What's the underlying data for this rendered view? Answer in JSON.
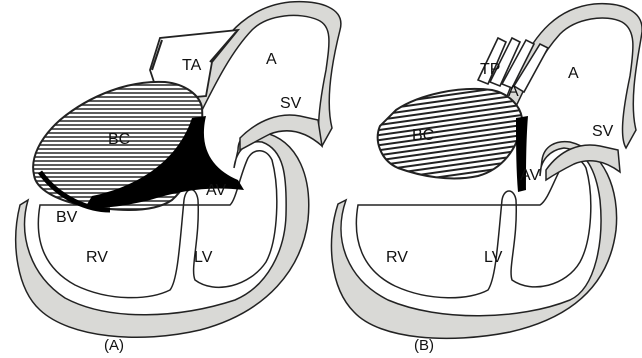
{
  "panel_a": {
    "caption": "(A)",
    "labels": {
      "ta": "TA",
      "a": "A",
      "sv": "SV",
      "bc": "BC",
      "bv": "BV",
      "av": "AV",
      "rv": "RV",
      "lv": "LV"
    }
  },
  "panel_b": {
    "caption": "(B)",
    "labels": {
      "tp": "TP",
      "a_small": "A",
      "a": "A",
      "sv": "SV",
      "bc": "BC",
      "av": "AV",
      "rv": "RV",
      "lv": "LV"
    }
  },
  "colors": {
    "wall": "#d9d9d6",
    "outline": "#222222",
    "solid": "#000000",
    "hatch": "#444444"
  }
}
